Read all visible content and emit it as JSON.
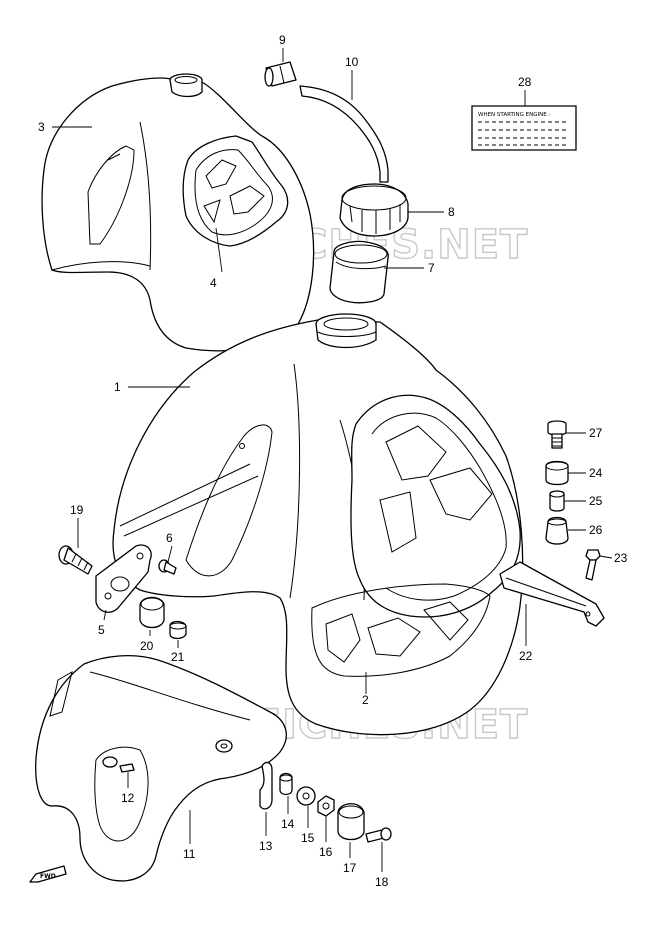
{
  "watermark": "MICROFICHES.NET",
  "label_text": {
    "heading": "WHEN STARTING ENGINE :"
  },
  "fwd": "FWD",
  "callouts": [
    {
      "id": "c1",
      "num": "1"
    },
    {
      "id": "c2",
      "num": "2"
    },
    {
      "id": "c3",
      "num": "3"
    },
    {
      "id": "c4",
      "num": "4"
    },
    {
      "id": "c5",
      "num": "5"
    },
    {
      "id": "c6",
      "num": "6"
    },
    {
      "id": "c7",
      "num": "7"
    },
    {
      "id": "c8",
      "num": "8"
    },
    {
      "id": "c9",
      "num": "9"
    },
    {
      "id": "c10",
      "num": "10"
    },
    {
      "id": "c11",
      "num": "11"
    },
    {
      "id": "c12",
      "num": "12"
    },
    {
      "id": "c13",
      "num": "13"
    },
    {
      "id": "c14",
      "num": "14"
    },
    {
      "id": "c15",
      "num": "15"
    },
    {
      "id": "c16",
      "num": "16"
    },
    {
      "id": "c17",
      "num": "17"
    },
    {
      "id": "c18",
      "num": "18"
    },
    {
      "id": "c19",
      "num": "19"
    },
    {
      "id": "c20",
      "num": "20"
    },
    {
      "id": "c21",
      "num": "21"
    },
    {
      "id": "c22",
      "num": "22"
    },
    {
      "id": "c23",
      "num": "23"
    },
    {
      "id": "c24",
      "num": "24"
    },
    {
      "id": "c25",
      "num": "25"
    },
    {
      "id": "c26",
      "num": "26"
    },
    {
      "id": "c27",
      "num": "27"
    },
    {
      "id": "c28",
      "num": "28"
    }
  ]
}
